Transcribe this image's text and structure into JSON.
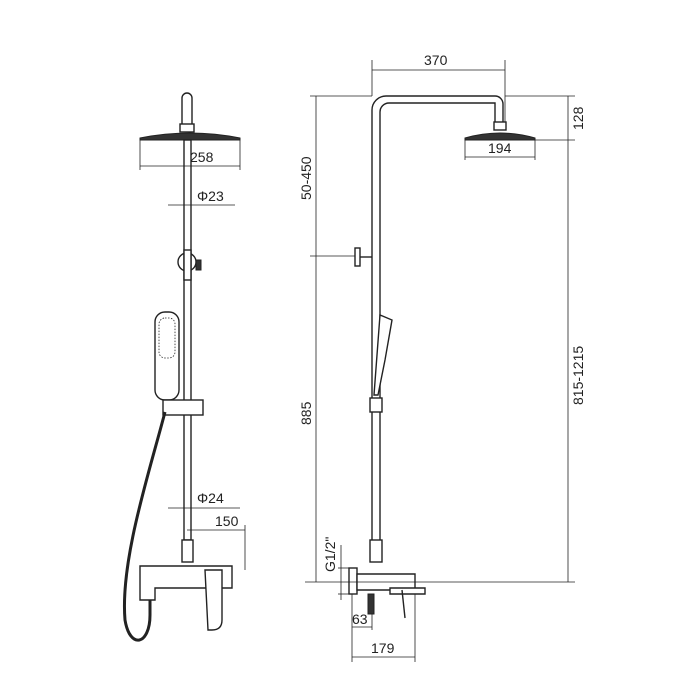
{
  "title": "Shower column dimension drawing",
  "front_view": {
    "head_width": "258",
    "pipe_diameter_top": "Φ23",
    "pipe_diameter_bottom": "Φ24",
    "mixer_offset": "150"
  },
  "side_view": {
    "arm_reach": "370",
    "head_height": "128",
    "head_depth": "194",
    "adjustable_range": "50-450",
    "column_height": "885",
    "total_adjust": "815-1215",
    "thread": "G1/2\"",
    "inlet_offset": "63",
    "mixer_depth": "179"
  }
}
